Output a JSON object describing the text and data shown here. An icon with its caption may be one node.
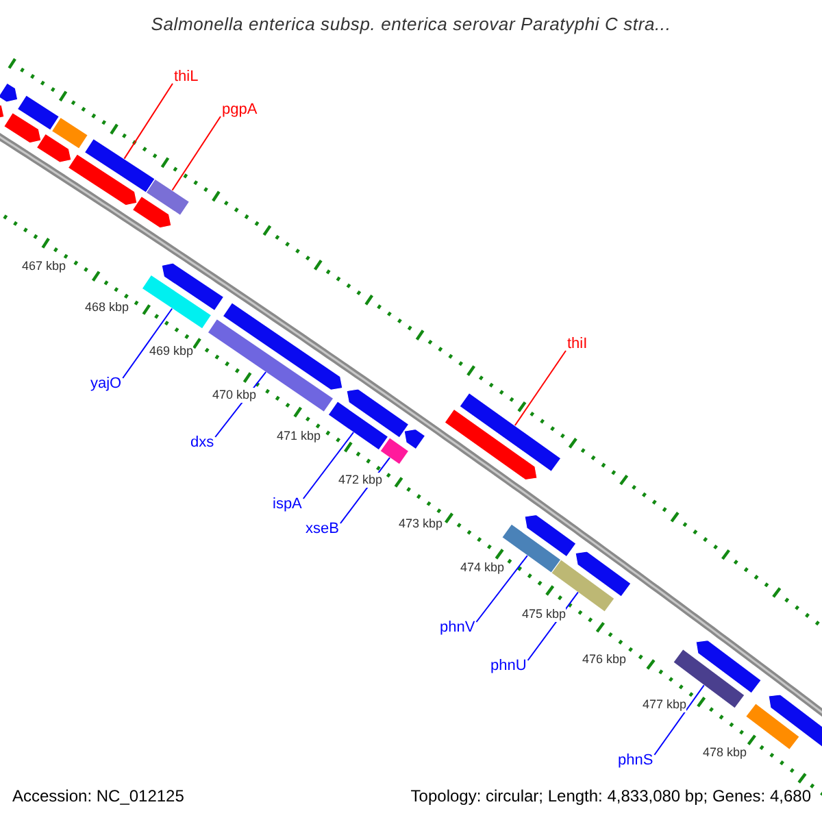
{
  "diagram": {
    "title": "Salmonella enterica subsp. enterica serovar Paratyphi C stra...",
    "nodes": [
      {
        "text": [
          "thiL"
        ]
      },
      {
        "text": [
          "pgpA"
        ]
      },
      {
        "text": [
          "thiI"
        ]
      },
      {
        "text": [
          "yajO"
        ]
      },
      {
        "text": [
          "dxs"
        ]
      },
      {
        "text": [
          "ispA"
        ]
      },
      {
        "text": [
          "xseB"
        ]
      },
      {
        "text": [
          "phnV"
        ]
      },
      {
        "text": [
          "phnU"
        ]
      },
      {
        "text": [
          "phnS"
        ]
      },
      {
        "text": [],
        "shape": "bar"
      },
      {
        "text": [],
        "shape": "bar"
      },
      {
        "text": [],
        "shape": "bar"
      },
      {
        "text": [],
        "shape": "bar"
      },
      {
        "text": [],
        "shape": "bar"
      },
      {
        "text": [],
        "shape": "bar"
      },
      {
        "text": [],
        "shape": "bar"
      },
      {
        "text": [],
        "shape": "bar"
      },
      {
        "text": [],
        "shape": "bar"
      },
      {
        "text": [],
        "shape": "bar"
      },
      {
        "text": [],
        "shape": "bar"
      },
      {
        "text": [],
        "shape": "bar"
      },
      {
        "text": [],
        "shape": "bar"
      },
      {
        "text": [],
        "shape": "bar"
      },
      {
        "text": [],
        "shape": "bar"
      },
      {
        "text": [],
        "shape": "bar"
      },
      {
        "text": [],
        "shape": "bar"
      },
      {
        "text": [],
        "shape": "bar"
      },
      {
        "text": [],
        "shape": "bar"
      },
      {
        "text": [],
        "shape": "bar"
      },
      {
        "text": [],
        "shape": "bar"
      },
      {
        "text": [],
        "shape": "bar"
      },
      {
        "text": [],
        "shape": "bar"
      },
      {
        "text": [],
        "shape": "bar"
      },
      {
        "text": [],
        "shape": "bar"
      },
      {
        "text": [],
        "shape": "bar"
      },
      {
        "text": [],
        "shape": "bar"
      },
      {
        "text": [],
        "shape": "bar"
      }
    ],
    "edges": [
      {
        "from": 0,
        "to": 17,
        "arrow": "none",
        "color": "#ff0000"
      },
      {
        "from": 1,
        "to": 20,
        "arrow": "none",
        "color": "#ff0000"
      },
      {
        "from": 2,
        "to": 29,
        "arrow": "none",
        "color": "#ff0000"
      },
      {
        "from": 3,
        "to": 19,
        "arrow": "none"
      },
      {
        "from": 4,
        "to": 22,
        "arrow": "none"
      },
      {
        "from": 5,
        "to": 24,
        "arrow": "none"
      },
      {
        "from": 6,
        "to": 26,
        "arrow": "none"
      },
      {
        "from": 7,
        "to": 30,
        "arrow": "none"
      },
      {
        "from": 8,
        "to": 32,
        "arrow": "none"
      },
      {
        "from": 9,
        "to": 34,
        "arrow": "none"
      }
    ],
    "labels": [
      "467 kbp",
      "468 kbp",
      "469 kbp",
      "470 kbp",
      "471 kbp",
      "472 kbp",
      "473 kbp",
      "474 kbp",
      "475 kbp",
      "476 kbp",
      "477 kbp",
      "478 kbp",
      "Accession: NC_012125",
      "Topology: circular; Length: 4,833,080 bp; Genes: 4,680"
    ]
  }
}
